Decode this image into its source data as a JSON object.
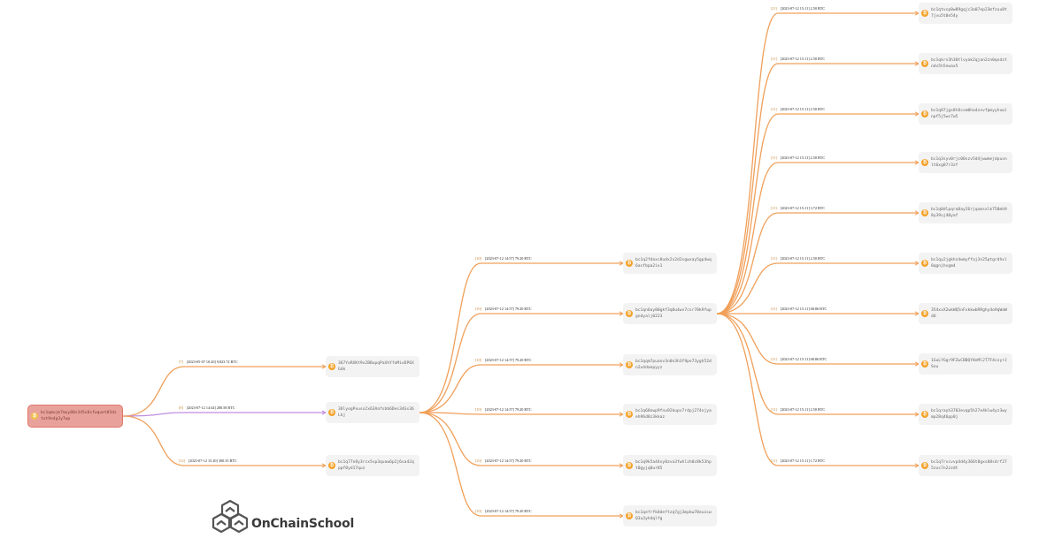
{
  "brand": {
    "name": "OnChainSchool",
    "logo_icon": "hexagon-cluster-logo"
  },
  "colors": {
    "edge": "#f0a05a",
    "edge_highlight": "#c08ee0",
    "root_fill": "#e8a29b",
    "coin": "#f4a22a"
  },
  "root": {
    "address": "bc1qmujm7muy80s345v8sfwquet85dstxt9e4g3y7wp"
  },
  "level1": [
    {
      "address": "367YoRXKt9x2BBupqPaXhYfoMixDP6XG4k",
      "seq": "[7]",
      "label": "[2023-05-07 10:20] 9,823.72 BTC"
    },
    {
      "address": "36lyogPxusx2x63Aafsbb6Des34Gs36Lkj",
      "seq": "[8]",
      "label": "[2023-07-12 14:44] 280.58 BTC",
      "highlight": true
    },
    {
      "address": "bc1q77n8y3rsx5vp3quaw6p2j6va42qppf0yd17quz",
      "seq": "[12]",
      "label": "[2023-07-12 15:20] 300.35 BTC"
    }
  ],
  "level2": [
    {
      "address": "bc1q2fdaxc8udx2s2d2sgwxay5gp4wq6asfbpa2ix1",
      "seq": "[10]",
      "label": "[2023-07-12 14:57] 79.20 BTC"
    },
    {
      "address": "bc1qn6ay80gkf3q0u4wv7csr70k9fwpgndyalj0223",
      "seq": "[10]",
      "label": "[2023-07-12 14:57] 79.20 BTC"
    },
    {
      "address": "bc1qqm7puanv3n0n3h3f9pe73ygh52dn2u4daepyyz",
      "seq": "[10]",
      "label": "[2023-07-12 14:57] 79.20 BTC"
    },
    {
      "address": "bc1q68nwp9fnu92kupv7r4pj274njyaeh96d8z3kkaz",
      "seq": "[10]",
      "label": "[2023-07-12 14:57] 79.20 BTC"
    },
    {
      "address": "bc1q9k5a44xy8zva3fwhlzh0c8k53hpt0gyjq0ur85",
      "seq": "[10]",
      "label": "[2023-07-12 14:57] 79.20 BTC"
    },
    {
      "address": "bc1qefrfk8deftzq7gj3mpkw78euzcw03u3yh4qlfg",
      "seq": "[10]",
      "label": "[2023-07-12 14:57] 79.20 BTC"
    }
  ],
  "level3": [
    {
      "address": "bc1qtvcp0w89gqjc3a07ep23mfzuu8t7jvu5t0e54y",
      "seq": "[11]",
      "label": "[2023-07-12 15:11] 2.50 BTC"
    },
    {
      "address": "bc1qkrs3h30tlvyak2qjan2zn0qxdztndv5h5nwax5",
      "seq": "[11]",
      "label": "[2023-07-12 15:11] 2.50 BTC"
    },
    {
      "address": "bc1q87jgs8t8cxm0ha4znvfpmyyhxwlnpf5j5wc7w5",
      "seq": "[11]",
      "label": "[2023-07-12 15:11] 2.50 BTC"
    },
    {
      "address": "bc1q3syv0rjc00szv5d4jwwmejdpuvnlt6xg87r3zf",
      "seq": "[11]",
      "label": "[2023-07-12 15:11] 2.50 BTC"
    },
    {
      "address": "bc1q8dlpqra8ay26rjqxmsxlk758mh98y39uj40yaf",
      "seq": "[11]",
      "label": "[2023-07-12 15:11] 3.72 BTC"
    },
    {
      "address": "bc1qy2jgkhz4wmyffaj3n25ptgrdhxl8qgnjhvgm4",
      "seq": "[11]",
      "label": "[2023-07-12 15:11] 2.50 BTC"
    },
    {
      "address": "354xxX2wkWQ5nFxkkwbRRghy4o9qWaWdU",
      "seq": "[11]",
      "label": "[2023-07-12 15:11] 68.86 BTC"
    },
    {
      "address": "1GuLYGgr9FZwCBBQY8eMl2T7F4cxyrJSeu",
      "seq": "[11]",
      "label": "[2023-07-12 15:11] 68.86 BTC"
    },
    {
      "address": "bc1qrayh3703evqp5h27e4klw4yz3wymp28q46pp0j",
      "seq": "[11]",
      "label": "[2023-07-12 15:11] 2.50 BTC"
    },
    {
      "address": "bc1q7rvcvvp4d4y366t8gxs08s4rf275zus7n2zzdt",
      "seq": "[11]",
      "label": "[2023-07-12 15:11] 1.72 BTC"
    }
  ]
}
